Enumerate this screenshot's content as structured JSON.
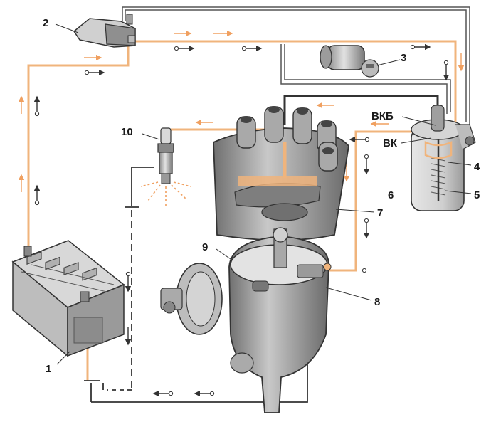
{
  "callouts": {
    "c1": "1",
    "c2": "2",
    "c3": "3",
    "c4": "4",
    "c5": "5",
    "c6": "6",
    "c7": "7",
    "c8": "8",
    "c9": "9",
    "c10": "10",
    "vkb": "ВКБ",
    "vk": "ВК"
  },
  "colors": {
    "primary_wire": "#f0b47c",
    "secondary_wire": "#555555",
    "ground_wire": "#333333",
    "metal_dark": "#6e6e6e",
    "metal_light": "#d4d4d4",
    "arrow": "#f0a060"
  },
  "icons": [
    "battery-icon",
    "ignition-switch-icon",
    "relay-icon",
    "spark-plug-icon",
    "distributor-cap-icon",
    "distributor-body-icon",
    "ignition-coil-icon"
  ]
}
